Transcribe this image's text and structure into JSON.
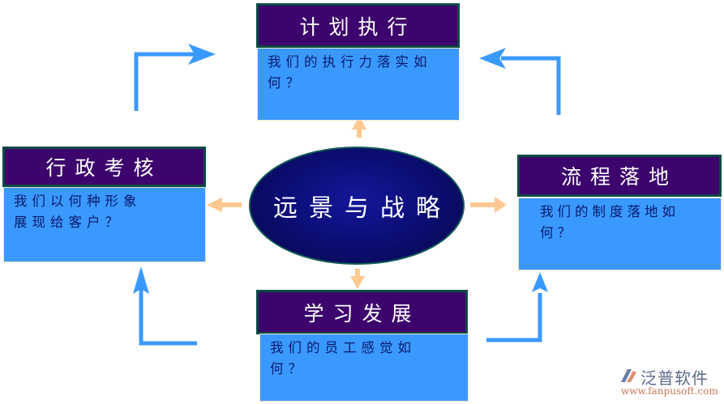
{
  "center": {
    "label": "远景与战略"
  },
  "cards": {
    "top": {
      "title": "计划执行",
      "question": "我们的执行力落实如何？"
    },
    "left": {
      "title": "行政考核",
      "question": "我们以何种形象\n展现给客户？"
    },
    "right": {
      "title": "流程落地",
      "question": "我们的制度落地如\n何？"
    },
    "bottom": {
      "title": "学习发展",
      "question": "我们的员工感觉如\n何？"
    }
  },
  "colors": {
    "header_bg": "#3c046c",
    "body_bg": "#3a99ff",
    "cycle_arrow": "#3a99ff",
    "spoke_arrow": "#ffc890",
    "ellipse": "#0c0e78"
  },
  "logo": {
    "name": "泛普软件",
    "url": "www.fanpusoft.com"
  }
}
